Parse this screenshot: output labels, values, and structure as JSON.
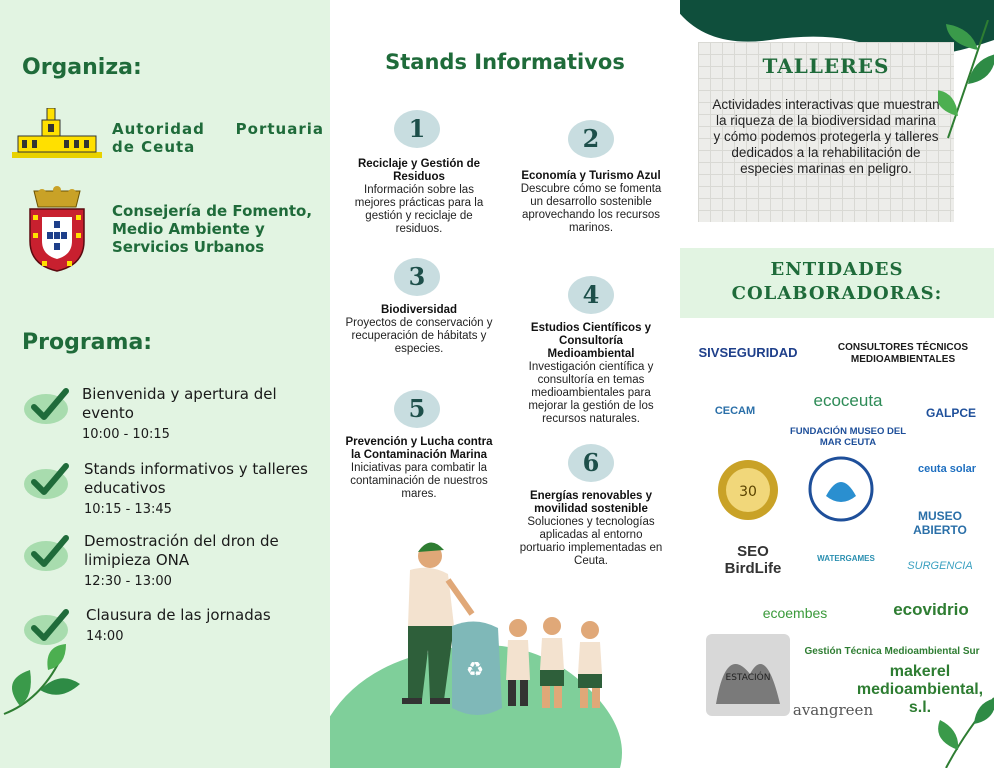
{
  "organiza": {
    "heading": "Organiza:",
    "orgs": [
      {
        "name": "Autoridad Portuaria de Ceuta"
      },
      {
        "name": "Consejería de Fomento, Medio Ambiente y Servicios Urbanos"
      }
    ]
  },
  "programa": {
    "heading": "Programa:",
    "items": [
      {
        "label": "Bienvenida y apertura del evento",
        "time": "10:00 - 10:15"
      },
      {
        "label": "Stands informativos y talleres educativos",
        "time": "10:15 - 13:45"
      },
      {
        "label": "Demostración del dron de limipieza ONA",
        "time": "12:30 - 13:00"
      },
      {
        "label": "Clausura de las jornadas",
        "time": "14:00"
      }
    ]
  },
  "stands": {
    "heading": "Stands Informativos",
    "items": [
      {
        "number": "1",
        "title": "Reciclaje y Gestión de Residuos",
        "text": "Información sobre las mejores prácticas para la gestión y reciclaje de residuos."
      },
      {
        "number": "2",
        "title": "Economía y Turismo Azul",
        "text": "Descubre cómo se fomenta un desarrollo sostenible aprovechando los recursos marinos."
      },
      {
        "number": "3",
        "title": "Biodiversidad",
        "text": "Proyectos de conservación y recuperación de hábitats y especies."
      },
      {
        "number": "4",
        "title": "Estudios Científicos y Consultoría Medioambiental",
        "text": "Investigación científica y consultoría en temas medioambientales para mejorar la gestión de los recursos naturales."
      },
      {
        "number": "5",
        "title": "Prevención y Lucha contra la Contaminación Marina",
        "text": "Iniciativas para combatir la contaminación de nuestros mares."
      },
      {
        "number": "6",
        "title": "Energías renovables y movilidad sostenible",
        "text": "Soluciones y tecnologías aplicadas al entorno portuario implementadas en Ceuta."
      }
    ]
  },
  "talleres": {
    "heading": "TALLERES",
    "text": "Actividades interactivas que muestran la riqueza de la biodiversidad marina y cómo podemos protegerla y talleres dedicados a la rehabilitación de especies marinas en peligro."
  },
  "entidades": {
    "heading_line1": "ENTIDADES",
    "heading_line2": "COLABORADORAS:",
    "logos": [
      {
        "text": "SIVSEGURIDAD",
        "color": "#1e3f8a"
      },
      {
        "text": "CONSULTORES TÉCNICOS MEDIOAMBIENTALES",
        "color": "#1a1a1a"
      },
      {
        "text": "CECAM",
        "color": "#2a6fa8"
      },
      {
        "text": "ecoceuta",
        "color": "#2e8b57"
      },
      {
        "text": "GALPCE",
        "color": "#1e4f9a"
      },
      {
        "text": "FUNDACIÓN MUSEO DEL MAR CEUTA",
        "color": "#1e4f9a"
      },
      {
        "text": "ceuta solar",
        "color": "#1e6fc0"
      },
      {
        "text": "MUSEO ABIERTO",
        "color": "#2a6fa8"
      },
      {
        "text": "SEO BirdLife",
        "color": "#333333"
      },
      {
        "text": "WATERGAMES",
        "color": "#2a8fb0"
      },
      {
        "text": "SURGENCIA",
        "color": "#3aa0c0"
      },
      {
        "text": "ecoembes",
        "color": "#3a9a3a"
      },
      {
        "text": "ecovidrio",
        "color": "#2e7d32"
      },
      {
        "text": "Gestión Técnica Medioambiental Sur",
        "color": "#2e7d32"
      },
      {
        "text": "makerel medioambiental, s.l.",
        "color": "#2e7d32"
      },
      {
        "text": "avangreen",
        "color": "#555555"
      }
    ]
  },
  "colors": {
    "dark_green": "#1f6b3a",
    "light_green": "#e2f4e2",
    "teal_circle": "#c8dde0"
  }
}
